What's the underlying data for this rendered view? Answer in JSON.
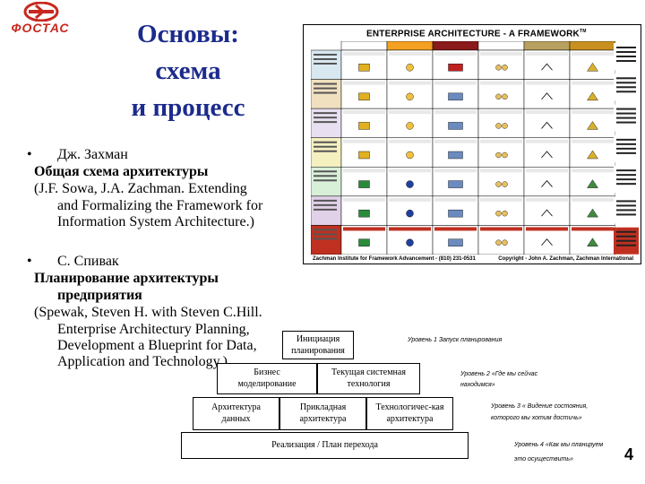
{
  "logo": {
    "text": "ФОСТАС",
    "color": "#c8281e"
  },
  "title": {
    "line1": "Основы:",
    "line2": "схема",
    "line3": "и процесс",
    "color": "#1c2b8c"
  },
  "section1": {
    "bullet": "•",
    "author": "Дж. Захман",
    "heading": "Общая схема архитектуры",
    "ref_line1": "(J.F. Sowa, J.A. Zachman. Extending",
    "ref_line2": "and Formalizing the Framework for",
    "ref_line3": "Information System Architecture.)"
  },
  "section2": {
    "bullet": "•",
    "author": "С. Спивак",
    "heading_line1": "Планирование архитектуры",
    "heading_line2": "предприятия",
    "ref_line1": "(Spewak, Steven H. with Steven C.Hill.",
    "ref_line2": "Enterprise Architectury Planning,",
    "ref_line3": "Development a Blueprint for Data,",
    "ref_line4": "Application and Technology.)"
  },
  "framework": {
    "title": "ENTERPRISE ARCHITECTURE - A FRAMEWORK",
    "tm": "TM",
    "footer_left": "Zachman Institute for Framework Advancement - (810) 231-0531",
    "footer_right": "Copyright - John A. Zachman, Zachman International",
    "col_colors": [
      "#ffffff",
      "#f4a020",
      "#8b1a1a",
      "#ffffff",
      "#b8a060",
      "#c89020"
    ],
    "row_colors": [
      "#d8e8f0",
      "#f0e0c0",
      "#e8e0f0",
      "#f4f0c0",
      "#d8f0d8",
      "#e0d0e8",
      "#c03020"
    ]
  },
  "pyramid": {
    "level1_box_line1": "Инициация",
    "level1_box_line2": "планирования",
    "level2_left_line1": "Бизнес",
    "level2_left_line2": "моделирование",
    "level2_right_line1": "Текущая системная",
    "level2_right_line2": "технология",
    "level3_a_line1": "Архитектура",
    "level3_a_line2": "данных",
    "level3_b_line1": "Прикладная",
    "level3_b_line2": "архитектура",
    "level3_c_line1": "Технологичес-кая",
    "level3_c_line2": "архитектура",
    "level4": "Реализация / План перехода",
    "note1": "Уровень 1 Запуск планирования",
    "note2_line1": "Уровень 2 «Где мы сейчас",
    "note2_line2": "находимся»",
    "note3_line1": "Уровень 3 « Видение состояния,",
    "note3_line2": "которого мы хотим достичь»",
    "note4_line1": "Уровень 4 «Как мы планируем",
    "note4_line2": "это осуществить»"
  },
  "page_number": "4"
}
